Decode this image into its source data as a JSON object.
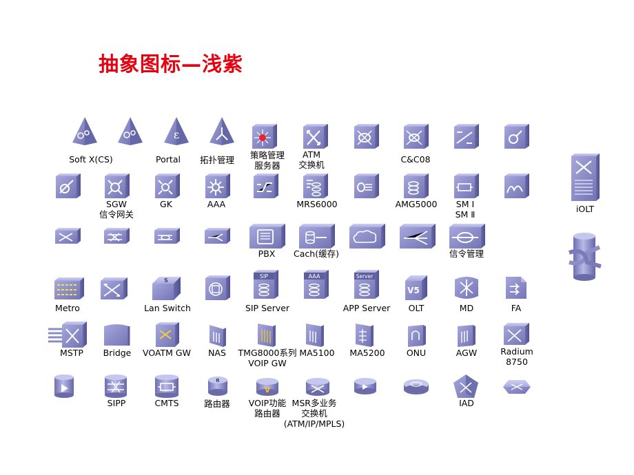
{
  "title": "抽象图标—浅紫",
  "colors": {
    "title": "#e8000f",
    "icon_face": "#8b8cc6",
    "icon_light": "#b7b8e6",
    "icon_dark": "#5d5e9c",
    "glyph": "#ffffff"
  },
  "labels": {
    "softx": "Soft X(CS)",
    "portal": "Portal",
    "tuopu": "拓扑管理",
    "celue": [
      "策略管理",
      "服务器"
    ],
    "atm": [
      "ATM",
      "交换机"
    ],
    "cc08": "C&C08",
    "iolt": "iOLT",
    "sgw": [
      "SGW",
      "信令网关"
    ],
    "gk": "GK",
    "aaa": "AAA",
    "mrs": "MRS6000",
    "amg": "AMG5000",
    "sm": [
      "SM Ⅰ",
      "SM Ⅱ"
    ],
    "pbx": "PBX",
    "cach": "Cach(缓存)",
    "xinling": "信令管理",
    "metro": "Metro",
    "lanswitch": "Lan Switch",
    "sipserver": "SIP Server",
    "appserver": "APP Server",
    "olt": "OLT",
    "md": "MD",
    "fa": "FA",
    "mstp": "MSTP",
    "bridge": "Bridge",
    "voatm": "VOATM GW",
    "nas": "NAS",
    "tmg": [
      "TMG8000系列",
      "VOIP GW"
    ],
    "ma5100": "MA5100",
    "ma5200": "MA5200",
    "onu": "ONU",
    "agw": "AGW",
    "radium": [
      "Radium",
      "8750"
    ],
    "sipp": "SIPP",
    "cmts": "CMTS",
    "router": "路由器",
    "voiprouter": [
      "VOIP功能",
      "路由器"
    ],
    "msr": [
      "MSR多业务",
      "交换机",
      "(ATM/IP/MPLS)"
    ],
    "iad": "IAD"
  },
  "icon_text": {
    "sip": "SIP",
    "aaa": "AAA",
    "server": "Server",
    "switch_s": "S",
    "router_r": "R",
    "voip_v": "V",
    "olt_v5": "V5"
  }
}
